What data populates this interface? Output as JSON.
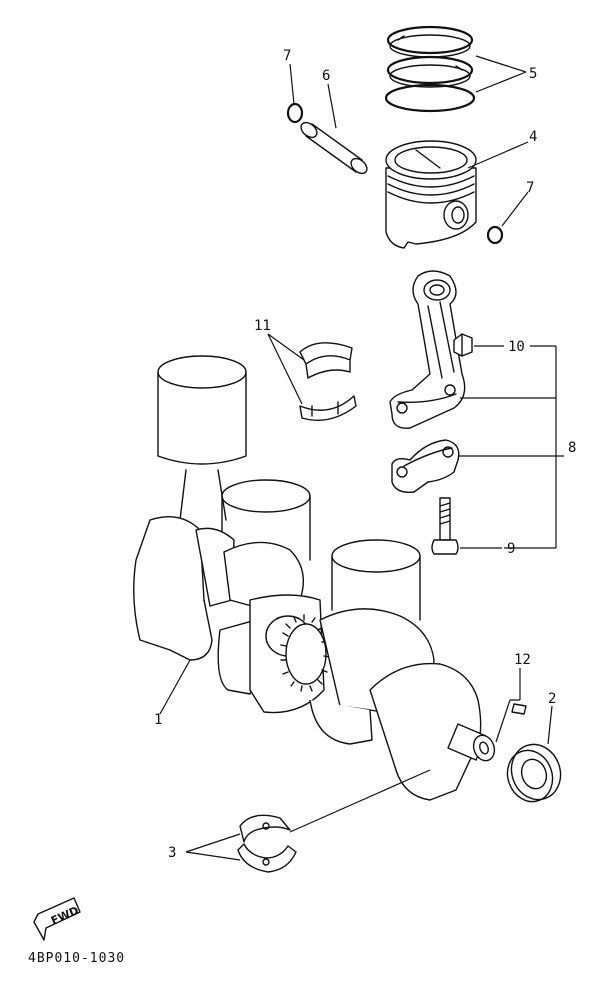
{
  "labels": {
    "l1": "1",
    "l2": "2",
    "l3": "3",
    "l4": "4",
    "l5": "5",
    "l6": "6",
    "l7a": "7",
    "l7b": "7",
    "l8": "8",
    "l9": "9",
    "l10": "10",
    "l11": "11",
    "l12": "12"
  },
  "badge": "FWD",
  "catalog_code": "4BP010-1030"
}
